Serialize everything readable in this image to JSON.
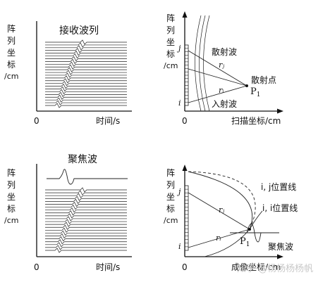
{
  "panel_tl": {
    "y_axis_chars": [
      "阵",
      "列",
      "坐",
      "标",
      "/cm"
    ],
    "origin": "0",
    "x_axis": "时间/s",
    "title": "接收波列"
  },
  "panel_tr": {
    "y_axis_chars": [
      "阵",
      "列",
      "坐",
      "标",
      "/cm"
    ],
    "origin": "0",
    "x_axis": "扫描坐标/cm",
    "j": "j",
    "i": "i",
    "rj": "rⱼ",
    "ri": "rᵢ",
    "scatter_wave": "散射波",
    "scatter_point": "散射点",
    "incident_wave": "入射波",
    "point": "P",
    "point_sub": "1"
  },
  "panel_bl": {
    "y_axis_chars": [
      "阵",
      "列",
      "坐",
      "标",
      "/cm"
    ],
    "origin": "0",
    "x_axis": "时间/s",
    "title": "聚焦波"
  },
  "panel_br": {
    "y_axis_chars": [
      "阵",
      "列",
      "坐",
      "标",
      "/cm"
    ],
    "origin": "0",
    "x_axis": "成像坐标/cm",
    "j": "j",
    "i": "i",
    "rj": "rⱼ",
    "ri": "rᵢ",
    "ij_locus": "i, j位置线",
    "ii_locus": "i, i位置线",
    "focused_wave": "聚焦波",
    "point": "P",
    "point_sub": "1"
  },
  "watermark": "知乎 @杨杨杨杨帆"
}
